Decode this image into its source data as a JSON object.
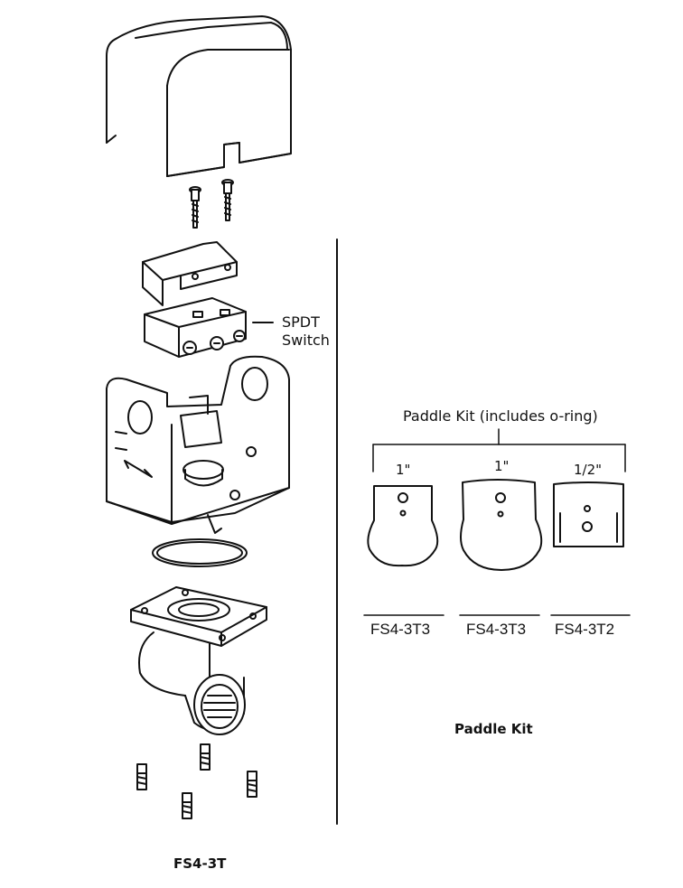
{
  "callouts": {
    "switch_line1": "SPDT",
    "switch_line2": "Switch"
  },
  "paddle_kit": {
    "header": "Paddle Kit (includes o-ring)",
    "title": "Paddle Kit",
    "paddles": [
      {
        "size": "1\"",
        "part": "FS4-3T3"
      },
      {
        "size": "1\"",
        "part": "FS4-3T3"
      },
      {
        "size": "1/2\"",
        "part": "FS4-3T2"
      }
    ]
  },
  "assembly": {
    "title": "FS4-3T"
  },
  "colors": {
    "line": "#111111",
    "background": "#ffffff",
    "part_fill": "#ffffff",
    "hole_fill": "#8c8c8c"
  }
}
